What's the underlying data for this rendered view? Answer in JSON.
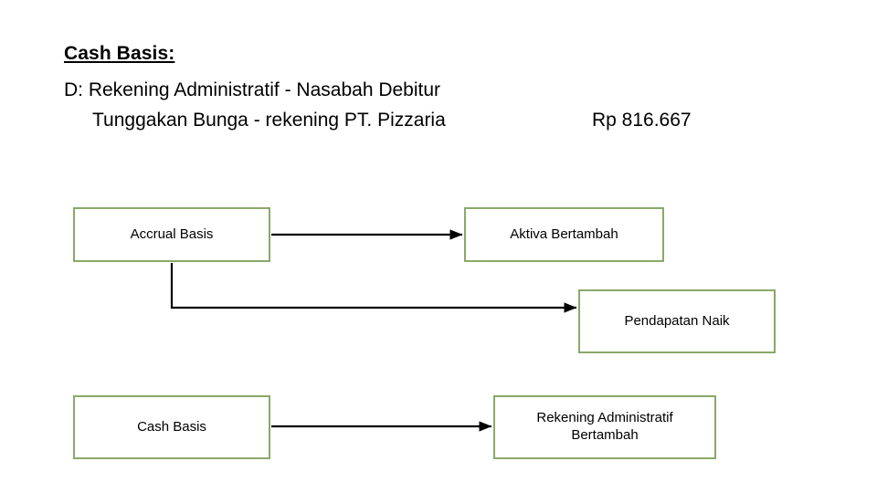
{
  "header": {
    "title": "Cash Basis:",
    "line1": "D: Rekening Administratif - Nasabah Debitur",
    "line2": "Tunggakan Bunga - rekening PT. Pizzaria",
    "amount": "Rp 816.667"
  },
  "diagram": {
    "node_border_color": "#8aa86a",
    "connector_color": "#000000",
    "nodes": [
      {
        "id": "accrual-basis",
        "label": "Accrual Basis"
      },
      {
        "id": "aktiva-bertambah",
        "label": "Aktiva Bertambah"
      },
      {
        "id": "pendapatan-naik",
        "label": "Pendapatan Naik"
      },
      {
        "id": "cash-basis",
        "label": "Cash Basis"
      },
      {
        "id": "rekening-administratif-bertambah",
        "label": "Rekening Administratif\nBertambah"
      }
    ],
    "edges": [
      {
        "from": "accrual-basis",
        "to": "aktiva-bertambah",
        "style": "straight-arrow"
      },
      {
        "from": "accrual-basis",
        "to": "pendapatan-naik",
        "style": "elbow-arrow"
      },
      {
        "from": "cash-basis",
        "to": "rekening-administratif-bertambah",
        "style": "straight-arrow"
      }
    ]
  }
}
